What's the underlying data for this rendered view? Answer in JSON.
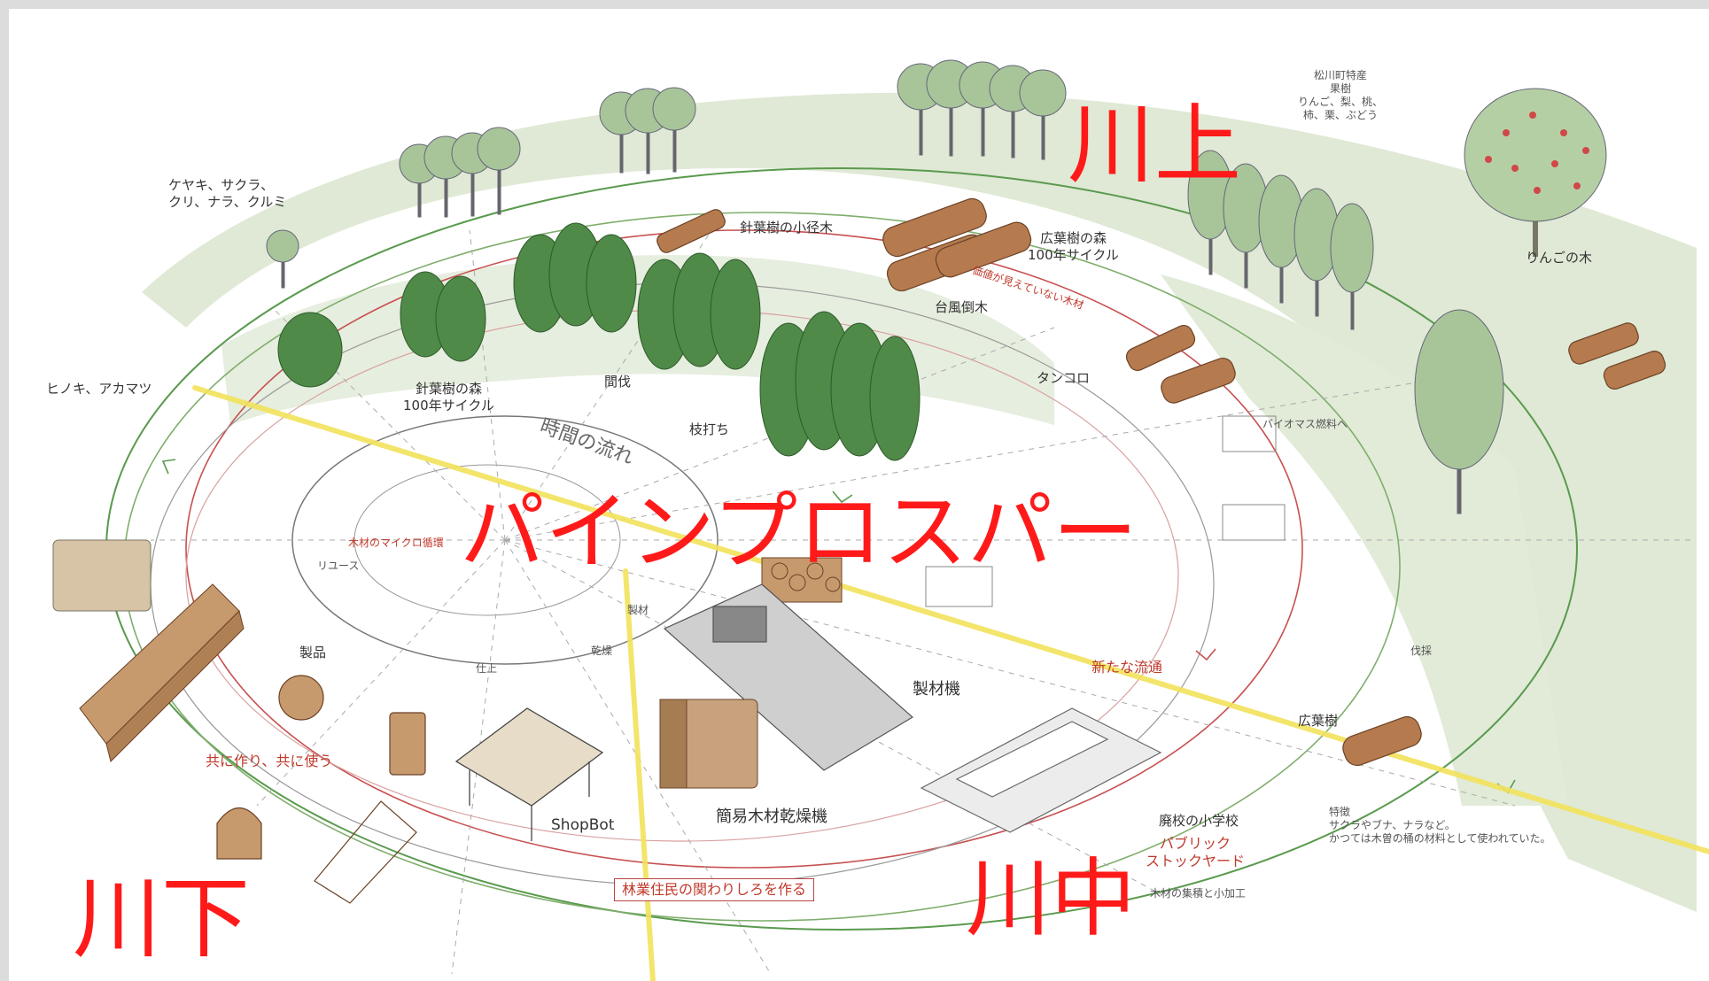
{
  "overlay": {
    "upstream": "川上",
    "midstream": "川中",
    "downstream": "川下",
    "company": "パインプロスパー",
    "accent_color": "#ff1a1a",
    "line_color": "#f2e35c"
  },
  "labels": {
    "hardwood_species": "ケヤキ、サクラ、\nクリ、ナラ、クルミ",
    "hinoki": "ヒノキ、アカマツ",
    "conifer_small": "針葉樹の小径木",
    "broadleaf_forest": "広葉樹の森\n100年サイクル",
    "conifer_forest": "針葉樹の森\n100年サイクル",
    "typhoon": "台風倒木",
    "tankoro": "タンコロ",
    "biomass": "バイオマス燃料へ",
    "apple_tree": "りんごの木",
    "matsukawa": "松川町特産\n果樹\nりんご、梨、桃、\n柿、栗、ぶどう",
    "time_flow": "時間の流れ",
    "thinning": "間伐",
    "pruning": "枝打ち",
    "sawmill": "製材機",
    "dryer": "簡易木材乾燥機",
    "shopbot": "ShopBot",
    "products": "製品",
    "drying": "乾燥",
    "lumber": "製材",
    "finishing": "仕上",
    "new_distribution": "新たな流通",
    "school": "廃校の小学校",
    "public_stockyard": "パブリック\nストックヤード",
    "stockyard_note": "木材の集積と小加工",
    "broadleaf_log": "広葉樹",
    "make_together": "共に作り、共に使う",
    "forest_relation": "林業住民の関わりしろを作る",
    "micro_cycle": "木材のマイクロ循環",
    "reuse": "リユース",
    "cutting": "伐採",
    "not_visible": "価値が見えていない木材",
    "cherry_note": "特徴\nサクラやブナ、ナラなど。\nかつては木曽の桶の材料として使われていた。"
  }
}
